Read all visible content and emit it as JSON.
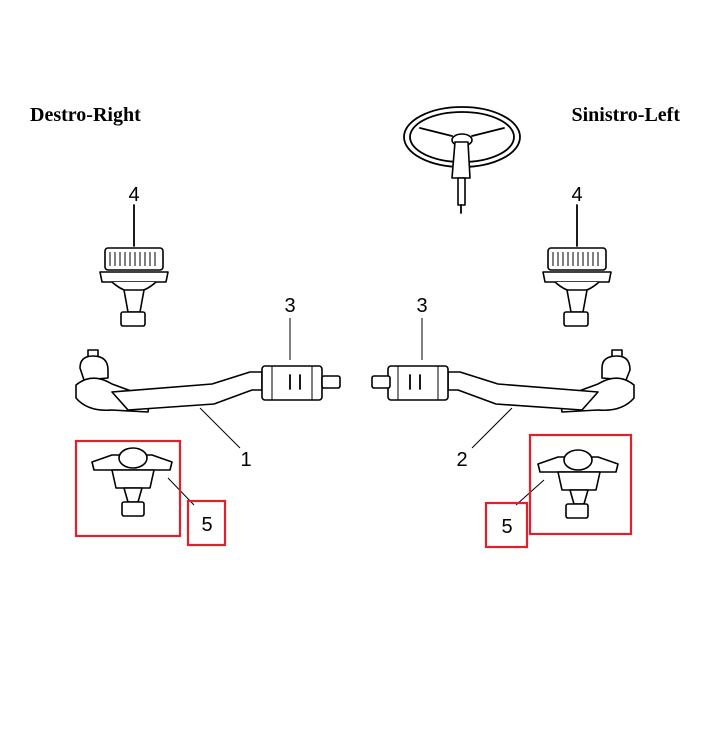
{
  "labels": {
    "right_side": "Destro-Right",
    "left_side": "Sinistro-Left"
  },
  "parts": {
    "p1": "1",
    "p2": "2",
    "p3_right": "3",
    "p3_left": "3",
    "p4_right": "4",
    "p4_left": "4",
    "p5_right": "5",
    "p5_left": "5"
  },
  "colors": {
    "highlight": "#e0202a",
    "line": "#000000"
  }
}
